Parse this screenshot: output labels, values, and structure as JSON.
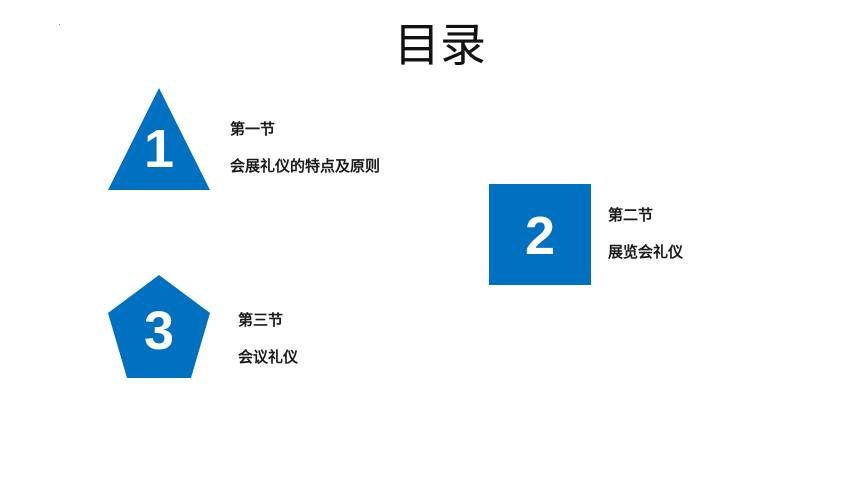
{
  "slide": {
    "title": "目录",
    "accent_color": "#0070C0",
    "sections": [
      {
        "number": "1",
        "shape": "triangle",
        "heading": "第一节",
        "subtitle": "会展礼仪的特点及原则"
      },
      {
        "number": "2",
        "shape": "square",
        "heading": "第二节",
        "subtitle": "展览会礼仪"
      },
      {
        "number": "3",
        "shape": "pentagon",
        "heading": "第三节",
        "subtitle": "会议礼仪"
      }
    ]
  }
}
